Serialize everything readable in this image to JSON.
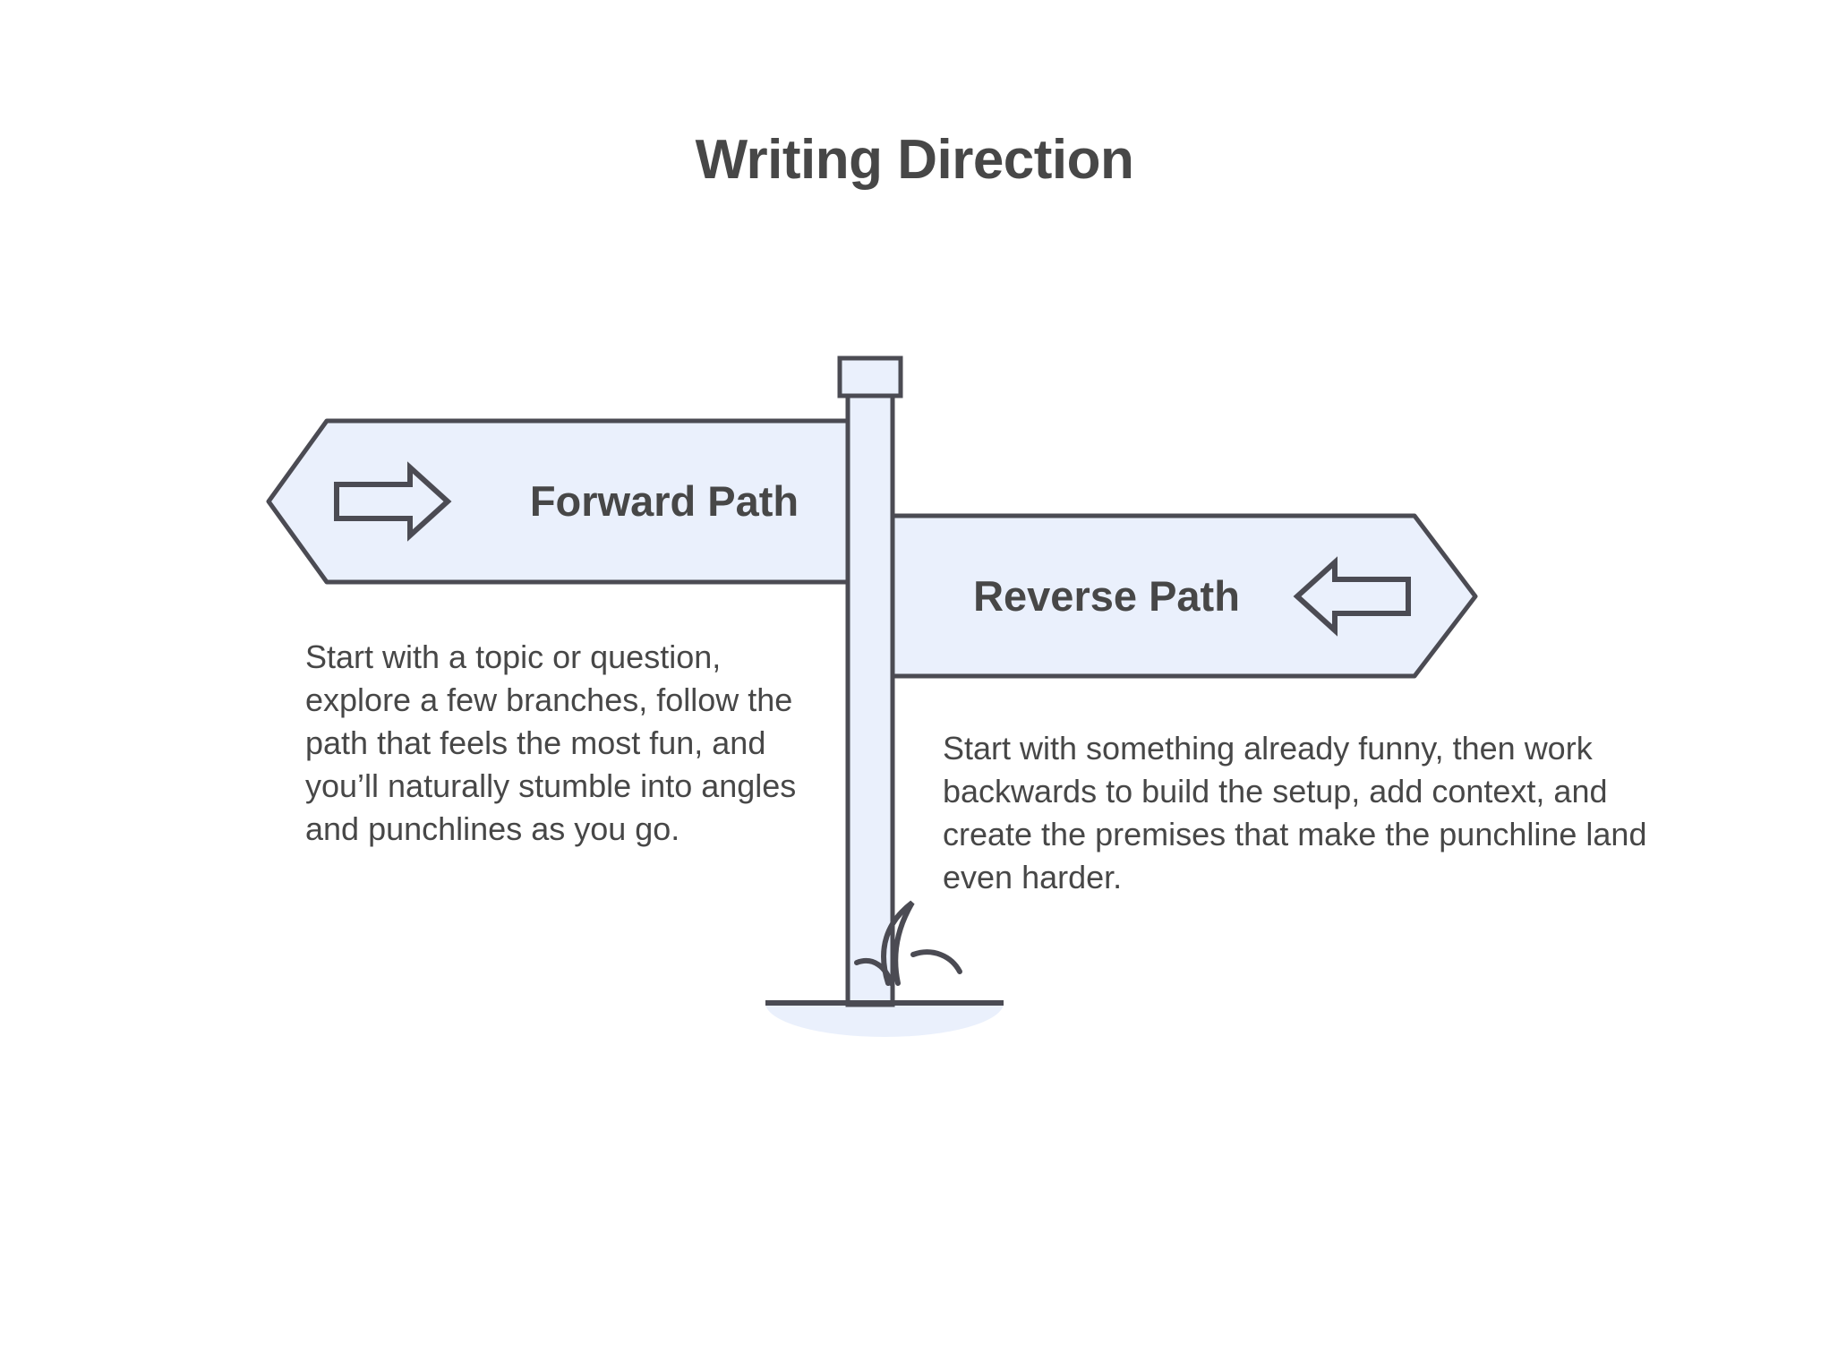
{
  "page": {
    "title": "Writing Direction",
    "background_color": "#ffffff"
  },
  "theme": {
    "sign_fill": "#eaf0fc",
    "sign_stroke": "#4b4b53",
    "text_color": "#474747",
    "ground_fill": "#eaf0fc"
  },
  "signpost": {
    "post_name": "signpost-post",
    "cap_name": "signpost-cap",
    "ground_name": "ground-line",
    "grass_name": "grass-tuft"
  },
  "signs": [
    {
      "id": "forward",
      "label": "Forward Path",
      "direction": "left",
      "arrow_icon": "arrow-right-icon",
      "arrow_direction": "right",
      "description": "Start with a topic or question, explore a few branches, follow the path that feels the most fun, and you’ll naturally stumble into angles and punchlines as you go."
    },
    {
      "id": "reverse",
      "label": "Reverse Path",
      "direction": "right",
      "arrow_icon": "arrow-left-icon",
      "arrow_direction": "left",
      "description": "Start with something already funny, then work backwards to build the setup, add context, and create the premises that make the punchline land even harder."
    }
  ]
}
